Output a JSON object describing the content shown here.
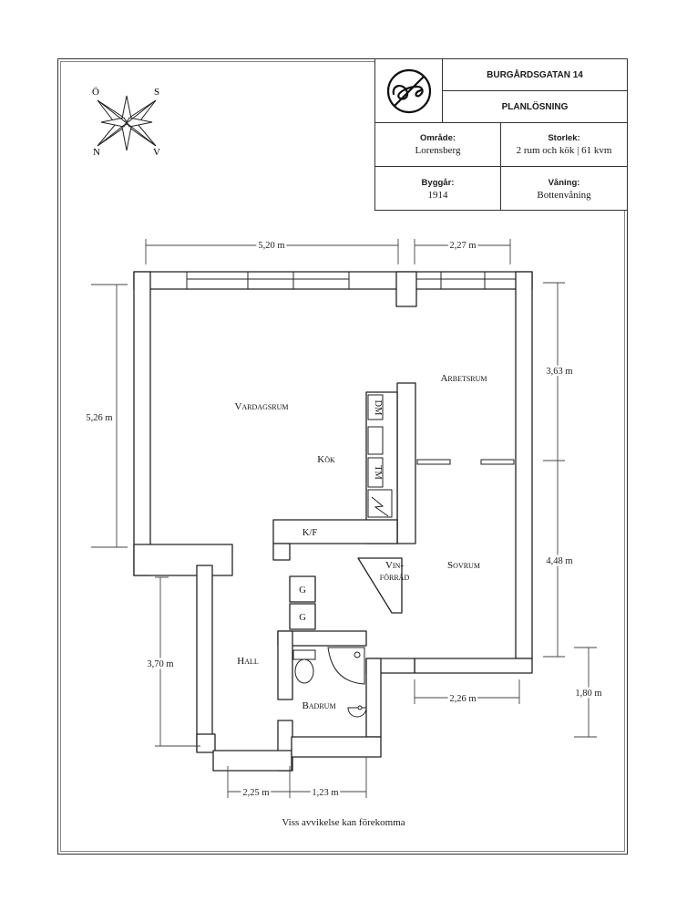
{
  "title_block": {
    "address": "BURGÅRDSGATAN 14",
    "subtitle": "PLANLÖSNING",
    "area_label": "Område:",
    "area_value": "Lorensberg",
    "size_label": "Storlek:",
    "size_value": "2 rum och kök | 61 kvm",
    "built_label": "Byggår:",
    "built_value": "1914",
    "floor_label": "Våning:",
    "floor_value": "Bottenvåning"
  },
  "compass": {
    "top_left": "Ö",
    "top_right": "S",
    "bottom_left": "N",
    "bottom_right": "V"
  },
  "rooms": {
    "vardagsrum": "Vardagsrum",
    "kok": "Kök",
    "arbetsrum": "Arbetsrum",
    "sovrum": "Sovrum",
    "vin_1": "Vin-",
    "vin_2": "förråd",
    "hall": "Hall",
    "badrum": "Badrum"
  },
  "fixtures": {
    "dm": "DM",
    "tm": "TM",
    "kf": "K/F",
    "g1": "G",
    "g2": "G"
  },
  "dimensions": {
    "top_left": "5,20 m",
    "top_right": "2,27 m",
    "left_upper": "5,26 m",
    "left_lower": "3,70 m",
    "right_upper": "3,63 m",
    "right_middle": "4,48 m",
    "right_lower": "1,80 m",
    "bottom_right": "2,26 m",
    "bottom_left": "2,25 m",
    "bottom_mid": "1,23 m"
  },
  "footer_note": "Viss avvikelse kan förekomma"
}
